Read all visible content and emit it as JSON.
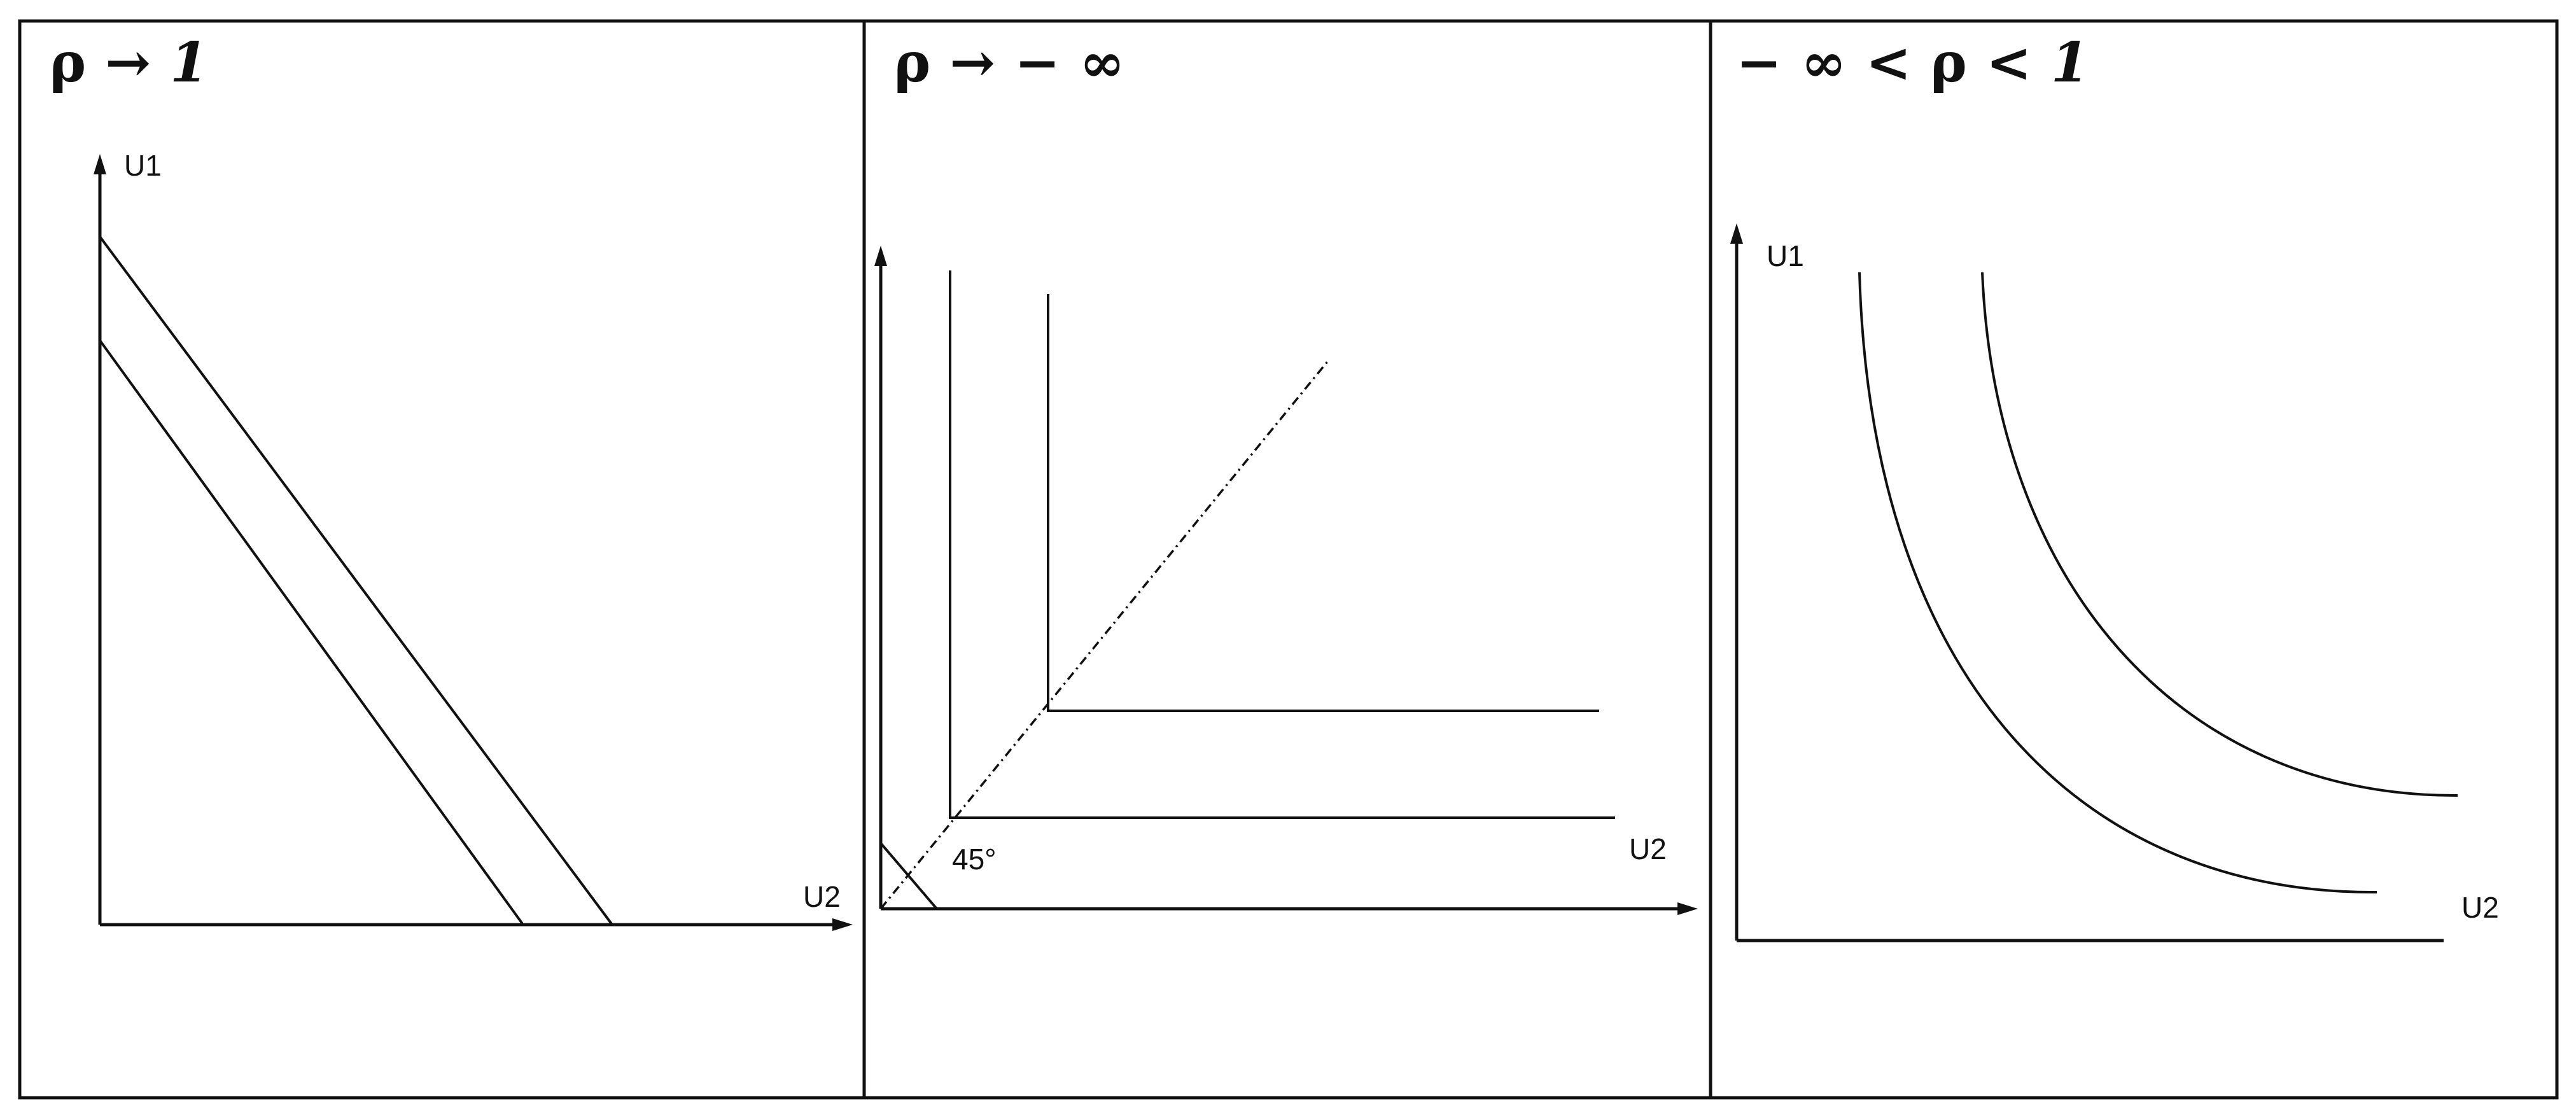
{
  "panels": [
    {
      "title_main": "ρ → ",
      "title_italic": "1",
      "x_axis_label": "U2",
      "y_axis_label": "U1"
    },
    {
      "title_main": "ρ → − ∞",
      "title_italic": "",
      "x_axis_label": "U2",
      "y_axis_label": "",
      "angle_label": "45°"
    },
    {
      "title_main": "− ∞ < ρ < ",
      "title_italic": "1",
      "x_axis_label": "U2",
      "y_axis_label": "U1"
    }
  ],
  "colors": {
    "ink": "#111111",
    "background": "#ffffff"
  }
}
